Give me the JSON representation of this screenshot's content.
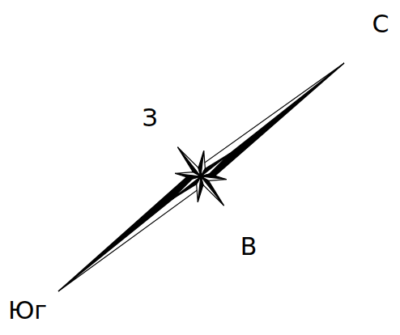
{
  "diagram": {
    "labels": [
      "С",
      "З",
      "В",
      "Юг"
    ]
  }
}
